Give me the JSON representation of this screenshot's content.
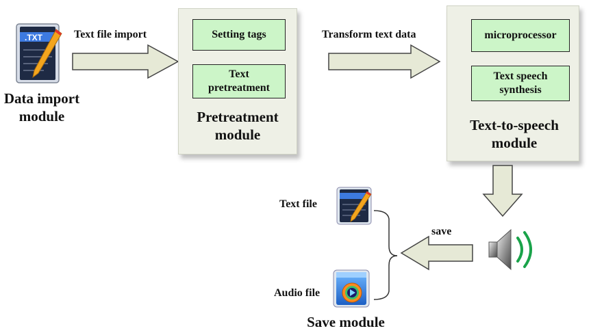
{
  "data_import": {
    "icon_badge": ".TXT",
    "title_line1": "Data import",
    "title_line2": "module"
  },
  "arrow1_label": "Text file import",
  "pretreatment": {
    "box1": "Setting tags",
    "box2_line1": "Text",
    "box2_line2": "pretreatment",
    "title_line1": "Pretreatment",
    "title_line2": "module"
  },
  "arrow2_label": "Transform text data",
  "tts": {
    "box1": "microprocessor",
    "box2_line1": "Text speech",
    "box2_line2": "synthesis",
    "title_line1": "Text-to-speech",
    "title_line2": "module"
  },
  "save_arrow_label": "save",
  "save_module": {
    "text_file_label": "Text file",
    "audio_file_label": "Audio file",
    "title": "Save module"
  },
  "colors": {
    "panel": "#eef0e6",
    "box_fill": "#ccf5c8",
    "arrow_fill": "#e6e9d6",
    "sound_wave": "#1aa34a"
  },
  "icons": [
    "txt-file-pencil-icon",
    "speaker-icon",
    "audio-file-icon"
  ]
}
